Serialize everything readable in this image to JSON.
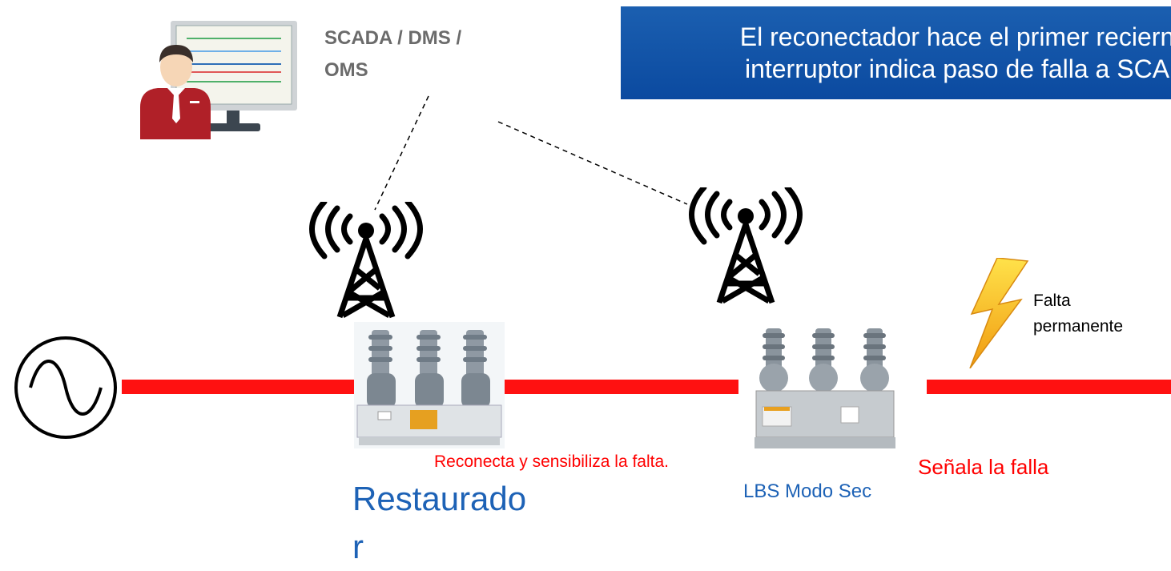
{
  "banner": {
    "text": "El reconectador hace el primer reciern\ninterruptor indica paso de falla a SCA",
    "color": "#0b4aa0"
  },
  "scada": {
    "label": "SCADA / DMS /\nOMS"
  },
  "fault": {
    "label": "Falta\npermanente"
  },
  "recloser": {
    "label": "Restaurado\nr",
    "note": "Reconecta y sensibiliza la falta."
  },
  "lbs": {
    "label": "LBS Modo Sec",
    "note": "Señala la falla"
  },
  "colors": {
    "line": "#ff1111",
    "note": "#ff0000",
    "label": "#1d62b6"
  },
  "icons": [
    "operator-workstation-icon",
    "radio-tower-icon",
    "ac-source-icon",
    "lightning-bolt-icon"
  ]
}
